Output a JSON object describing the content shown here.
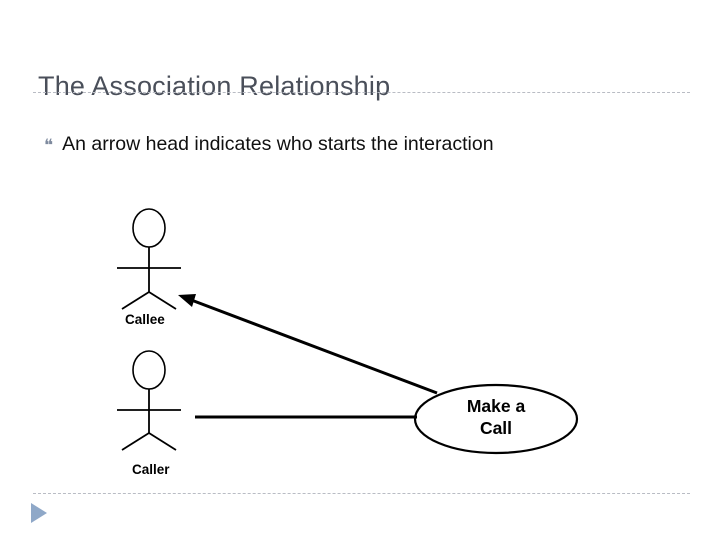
{
  "slide": {
    "title": "The Association Relationship",
    "bullet_marker": "❝",
    "bullet_text": "An arrow head indicates who starts the interaction",
    "background_color": "#ffffff",
    "title_color": "#4a4f5a",
    "rule_color": "#b9bcc4",
    "triangle_color": "#8fa8c8"
  },
  "diagram": {
    "type": "uml-use-case",
    "actors": [
      {
        "name": "callee-actor",
        "label": "Callee"
      },
      {
        "name": "caller-actor",
        "label": "Caller"
      }
    ],
    "use_cases": [
      {
        "name": "make-a-call-usecase",
        "line1": "Make a",
        "line2": "Call"
      }
    ],
    "associations": [
      {
        "name": "usecase-to-callee-arrow",
        "from": "Make a Call",
        "to": "Callee",
        "arrow_head": "to",
        "style": "solid"
      },
      {
        "name": "caller-to-usecase-line",
        "from": "Caller",
        "to": "Make a Call",
        "arrow_head": "none",
        "style": "solid"
      }
    ],
    "stroke_color": "#000000"
  }
}
